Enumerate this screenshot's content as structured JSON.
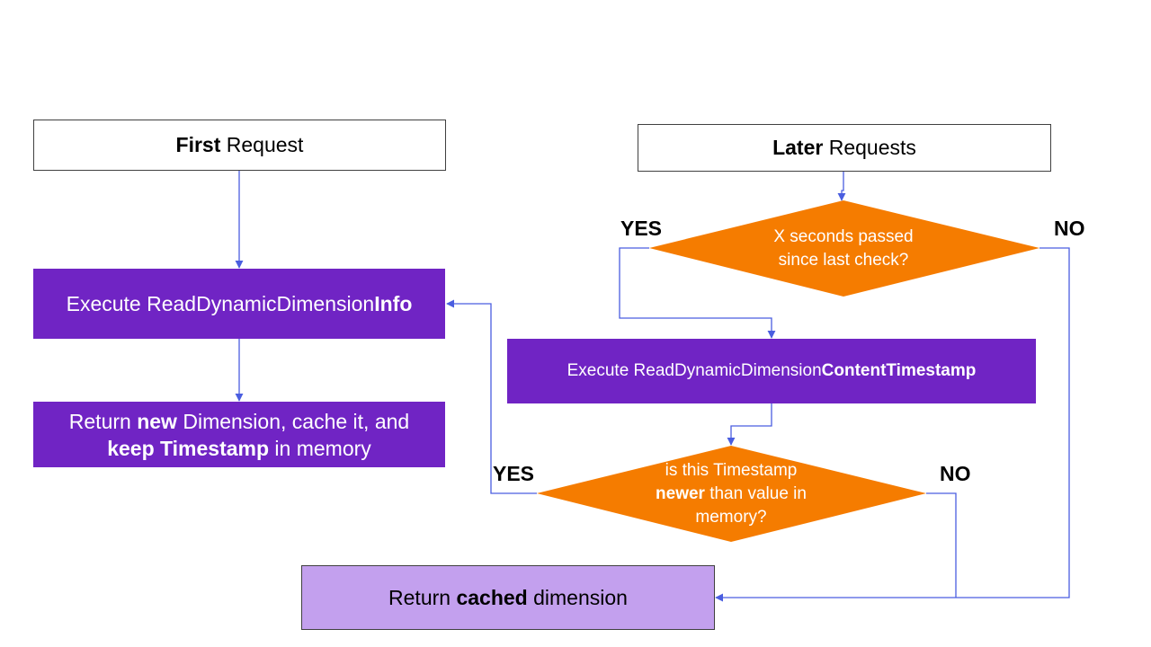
{
  "left": {
    "first_request": {
      "bold": "First",
      "rest": " Request"
    },
    "execute_info": {
      "pre": "Execute ReadDynamicDimension",
      "bold": "Info"
    },
    "return_new": {
      "line1_pre": "Return ",
      "line1_bold": "new",
      "line1_post": " Dimension, cache it, and",
      "line2_bold": "keep Timestamp",
      "line2_post": " in memory"
    }
  },
  "right": {
    "later_requests": {
      "bold": "Later",
      "rest": " Requests"
    },
    "decision1": {
      "line1": "X seconds passed",
      "line2": "since last check?"
    },
    "decision1_yes": "YES",
    "decision1_no": "NO",
    "execute_timestamp": {
      "pre": "Execute ReadDynamicDimension",
      "bold": "ContentTimestamp"
    },
    "decision2": {
      "line1": "is this Timestamp",
      "line2_bold": "newer",
      "line2_post": " than value in",
      "line3": "memory?"
    },
    "decision2_yes": "YES",
    "decision2_no": "NO"
  },
  "bottom": {
    "return_cached": {
      "pre": "Return ",
      "bold": "cached",
      "post": " dimension"
    }
  },
  "colors": {
    "purple": "#7024c4",
    "orange": "#f57c00",
    "lilac": "#c3a0ee",
    "connector": "#4a5ee0"
  }
}
